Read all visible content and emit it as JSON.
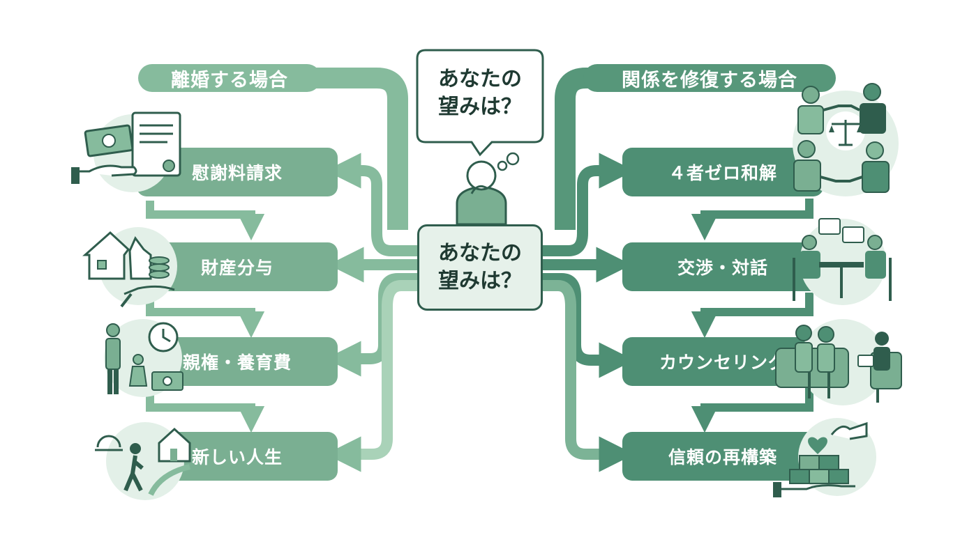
{
  "question_bubble": "あなたの\n望みは？",
  "center_box": "あなたの\n望みは？",
  "left_branch": {
    "header": "離婚する場合",
    "items": [
      {
        "label": "慰謝料請求",
        "icon": "money-contract-icon"
      },
      {
        "label": "財産分与",
        "icon": "split-house-coins-icon"
      },
      {
        "label": "親権・養育費",
        "icon": "parent-child-clock-icon"
      },
      {
        "label": "新しい人生",
        "icon": "walking-new-home-icon"
      }
    ]
  },
  "right_branch": {
    "header": "関係を修復する場合",
    "items": [
      {
        "label": "４者ゼロ和解",
        "icon": "handshake-scales-icon"
      },
      {
        "label": "交渉・対話",
        "icon": "dialogue-table-icon"
      },
      {
        "label": "カウンセリング",
        "icon": "counseling-session-icon"
      },
      {
        "label": "信頼の再構築",
        "icon": "rebuilding-trust-icon"
      }
    ]
  },
  "colors": {
    "left_light": "#86bb9d",
    "left_item": "#7aaf92",
    "right_dark": "#4e8f74",
    "outline": "#2f5d4d"
  }
}
